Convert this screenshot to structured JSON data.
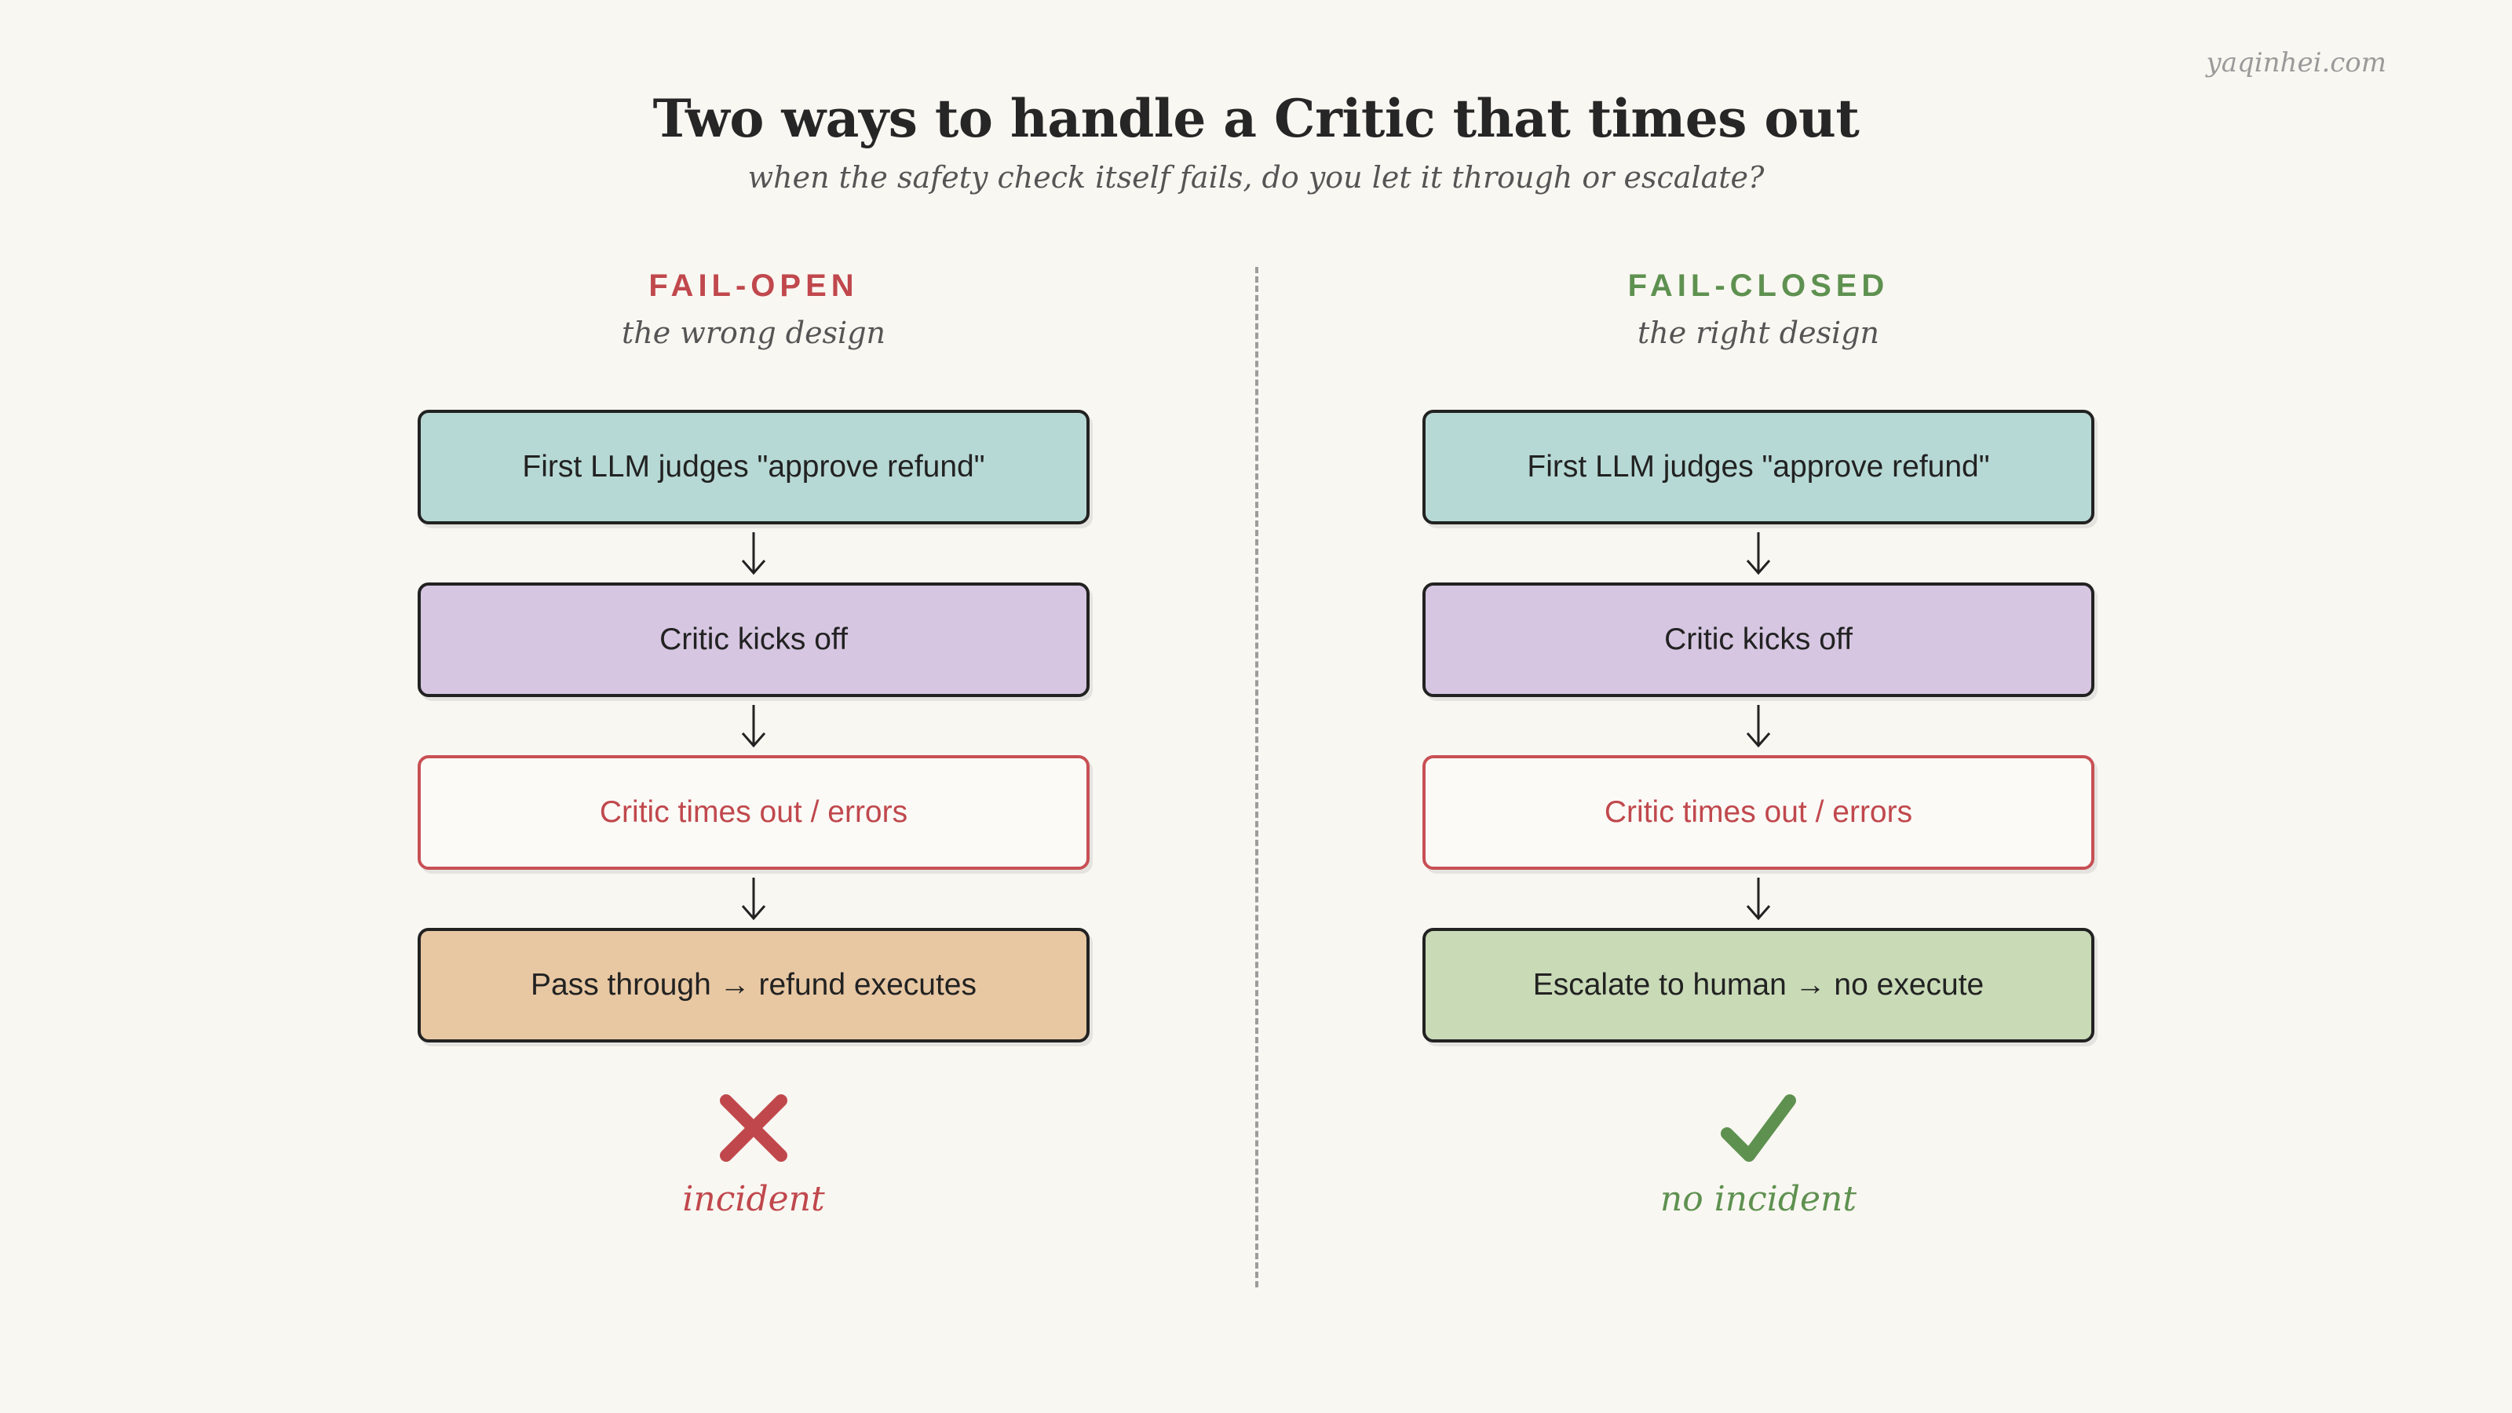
{
  "watermark": "yaqinhei.com",
  "title": "Two ways to handle a Critic that times out",
  "subtitle": "when the safety check itself fails, do you let it through or escalate?",
  "colors": {
    "fail_open": "#c0484d",
    "fail_closed": "#5e9150",
    "teal": "#b7d9d5",
    "purple": "#d6c6e1",
    "orange": "#e8c8a3",
    "green": "#c9dab7"
  },
  "left": {
    "heading": "FAIL-OPEN",
    "subheading": "the wrong design",
    "steps": [
      "First LLM judges \"approve refund\"",
      "Critic kicks off",
      "Critic times out / errors",
      "Pass through → refund executes"
    ],
    "outcome_icon": "cross-icon",
    "outcome": "incident"
  },
  "right": {
    "heading": "FAIL-CLOSED",
    "subheading": "the right design",
    "steps": [
      "First LLM judges \"approve refund\"",
      "Critic kicks off",
      "Critic times out / errors",
      "Escalate to human → no execute"
    ],
    "outcome_icon": "checkmark-icon",
    "outcome": "no incident"
  }
}
